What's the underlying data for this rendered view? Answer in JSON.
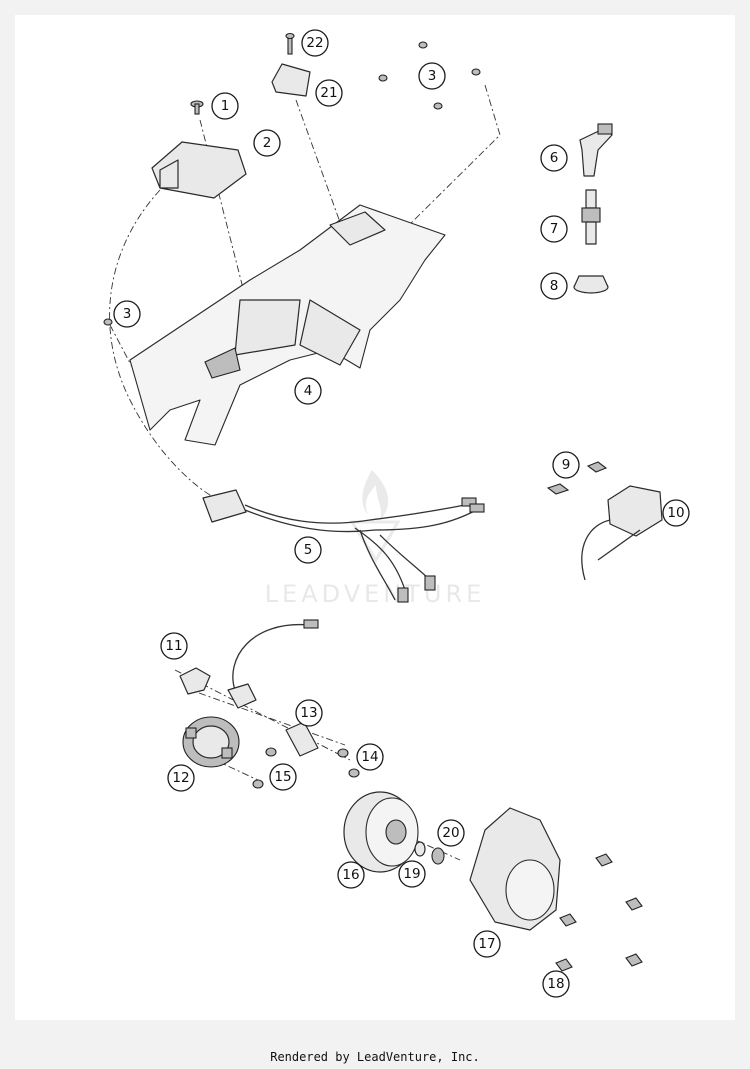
{
  "diagram": {
    "callouts": [
      "1",
      "2",
      "3",
      "3",
      "4",
      "5",
      "6",
      "7",
      "8",
      "9",
      "10",
      "11",
      "12",
      "13",
      "14",
      "15",
      "16",
      "17",
      "18",
      "19",
      "20",
      "21",
      "22"
    ],
    "watermark": "LEADVENTURE"
  },
  "footer": {
    "credit": "Rendered by LeadVenture, Inc."
  }
}
